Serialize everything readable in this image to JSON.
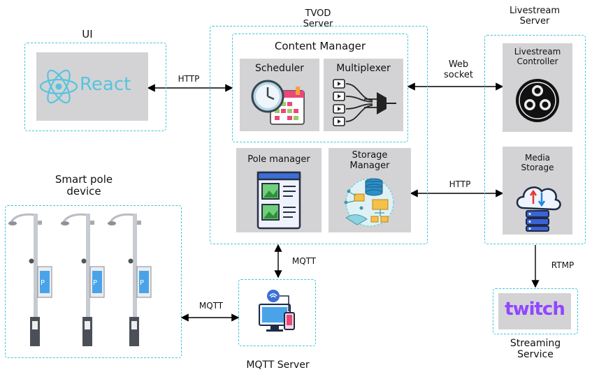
{
  "labels": {
    "ui": "UI",
    "react": "React",
    "tvod_server": "TVOD\nServer",
    "content_manager": "Content Manager",
    "scheduler": "Scheduler",
    "multiplexer": "Multiplexer",
    "pole_manager": "Pole manager",
    "storage_manager": "Storage\nManager",
    "livestream_server": "Livestream\nServer",
    "livestream_controller": "Livestream\nController",
    "media_storage": "Media\nStorage",
    "smart_pole_device": "Smart pole\ndevice",
    "mqtt_server": "MQTT Server",
    "streaming_service": "Streaming\nService",
    "twitch": "twitch"
  },
  "edges": {
    "ui_tvod": "HTTP",
    "tvod_livestream": "Web\nsocket",
    "storage_media": "HTTP",
    "tvod_mqtt": "MQTT",
    "pole_mqtt": "MQTT",
    "livestream_streaming": "RTMP"
  },
  "colors": {
    "dashed_border": "#3fc6d8",
    "panel_grey": "#d3d3d6",
    "react_blue": "#58c4dc",
    "twitch_purple": "#9146ff"
  }
}
